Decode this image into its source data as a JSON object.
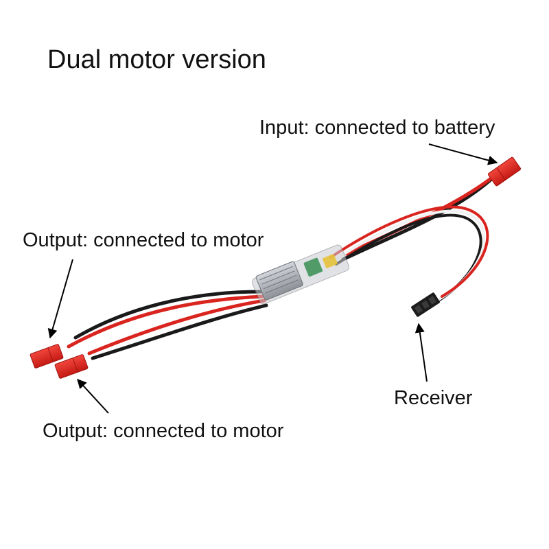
{
  "title": "Dual motor version",
  "labels": {
    "input": "Input: connected to battery",
    "output_1": "Output: connected to motor",
    "output_2": "Output: connected to motor",
    "receiver": "Receiver"
  },
  "colors": {
    "wire_red": "#d9241f",
    "wire_black": "#1a1a1a",
    "wire_white": "#f2f2f2",
    "connector_red": "#e0281f",
    "heatsink": "#a9adb3",
    "arrow": "#000000"
  }
}
